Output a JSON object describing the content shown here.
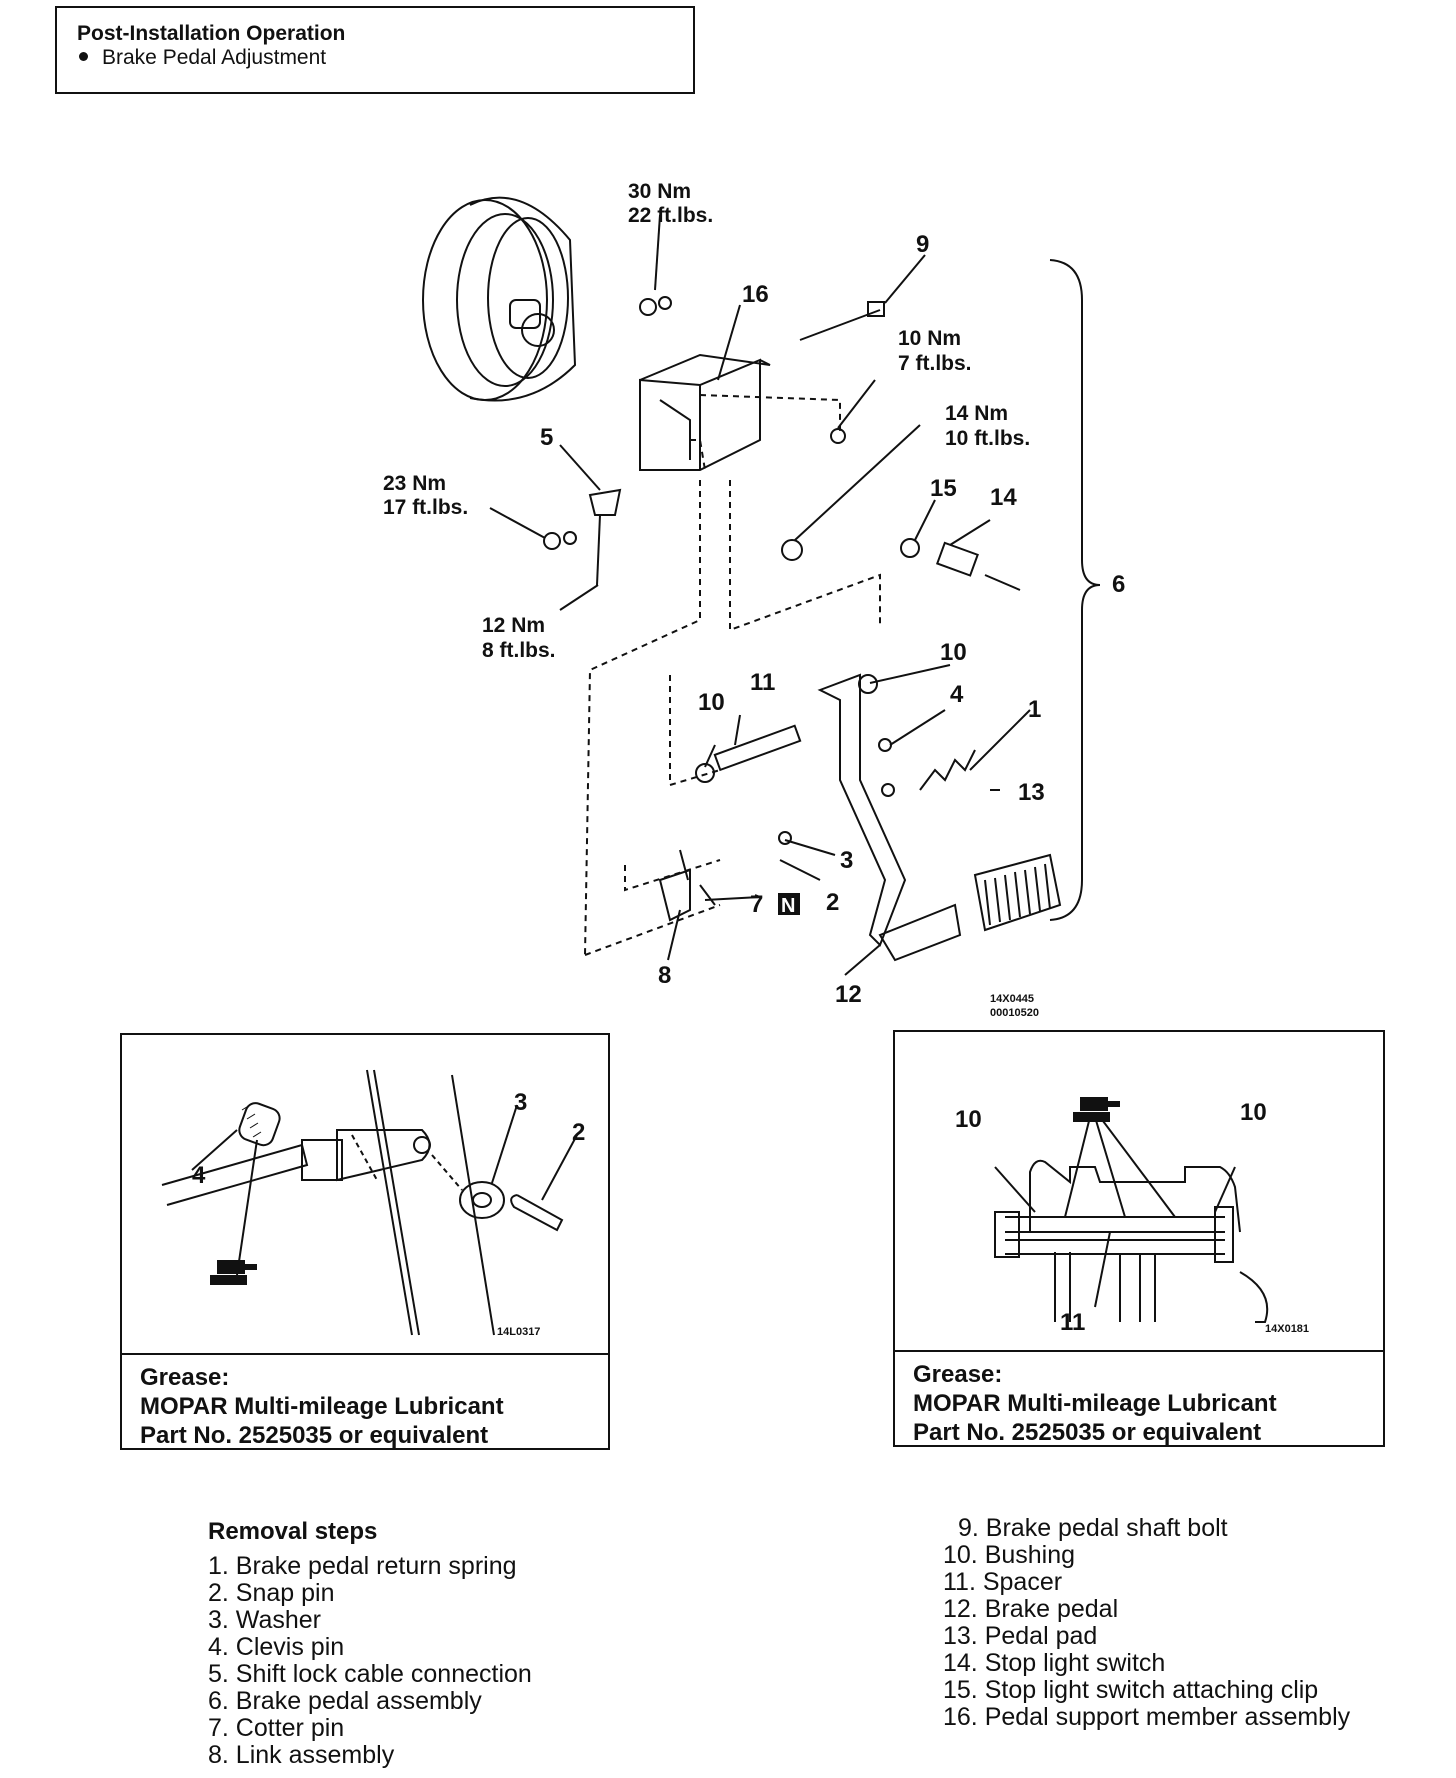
{
  "header": {
    "title": "Post-Installation Operation",
    "item": "Brake Pedal Adjustment"
  },
  "diagram": {
    "torques": {
      "t30": [
        "30 Nm",
        "22 ft.lbs."
      ],
      "t10": [
        "10 Nm",
        "7 ft.lbs."
      ],
      "t14": [
        "14 Nm",
        "10 ft.lbs."
      ],
      "t23": [
        "23 Nm",
        "17 ft.lbs."
      ],
      "t12": [
        "12 Nm",
        "8 ft.lbs."
      ]
    },
    "codes": [
      "14X0445",
      "00010520"
    ]
  },
  "grease_panels": [
    {
      "code": "14L0317",
      "caption": [
        "Grease:",
        "MOPAR Multi-mileage Lubricant",
        "Part No. 2525035 or equivalent"
      ]
    },
    {
      "code": "14X0181",
      "caption": [
        "Grease:",
        "MOPAR Multi-mileage Lubricant",
        "Part No. 2525035 or equivalent"
      ]
    }
  ],
  "removal": {
    "title": "Removal steps",
    "steps": [
      "1. Brake pedal return spring",
      "2. Snap pin",
      "3. Washer",
      "4. Clevis pin",
      "5. Shift lock cable connection",
      "6. Brake pedal assembly",
      "7. Cotter pin",
      "8. Link assembly",
      "9. Brake pedal shaft bolt",
      "10. Bushing",
      "11. Spacer",
      "12. Brake pedal",
      "13. Pedal pad",
      "14. Stop light switch",
      "15. Stop light switch attaching clip",
      "16. Pedal support member assembly"
    ]
  }
}
